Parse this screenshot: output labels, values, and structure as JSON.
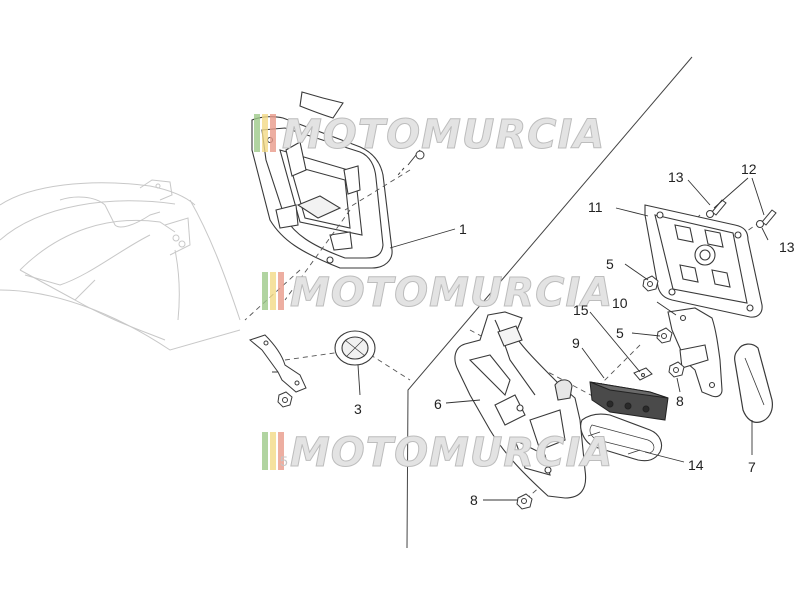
{
  "callouts": {
    "c1": "1",
    "c3": "3",
    "c5a": "5",
    "c5b": "5",
    "c6": "6",
    "c7": "7",
    "c8a": "8",
    "c8b": "8",
    "c9": "9",
    "c10": "10",
    "c11": "11",
    "c12": "12",
    "c13a": "13",
    "c13b": "13",
    "c14": "14",
    "c15": "15"
  },
  "watermark": {
    "text": "MOTOMURCIA",
    "ghost_label": "5"
  },
  "colors": {
    "line": "#3a3a3a",
    "faint": "#c8c8c8",
    "wm_fill": "#e3e3e3",
    "wm_outline": "#bdbdbd",
    "stripe_green": "#9ec98a",
    "stripe_yellow": "#f2da86",
    "stripe_red": "#e99a8a"
  }
}
